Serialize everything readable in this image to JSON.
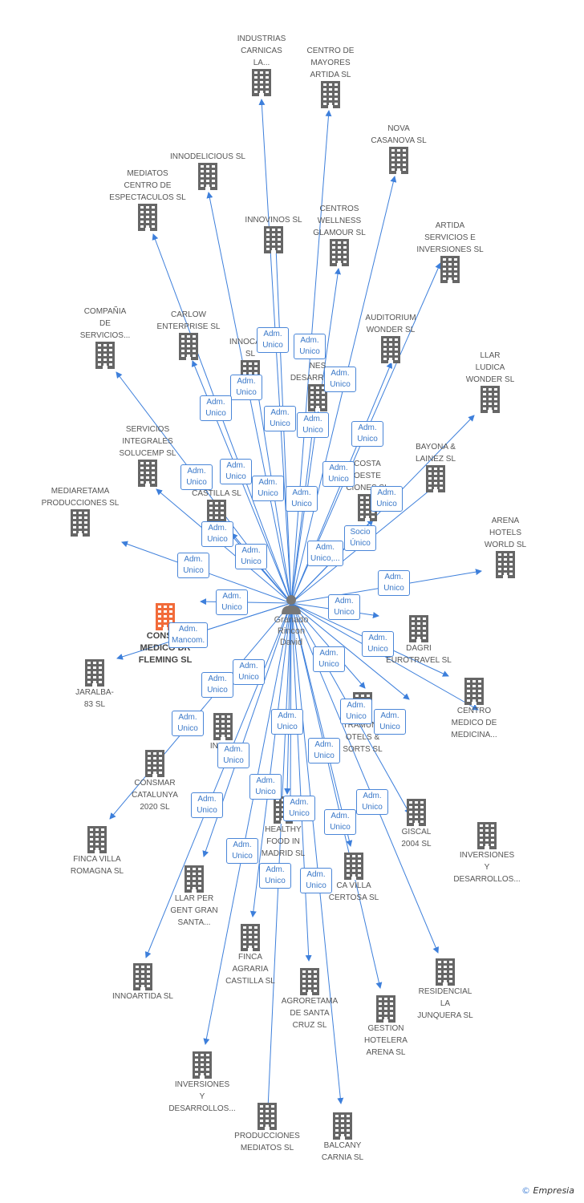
{
  "colors": {
    "edge": "#3d7fdb",
    "building": "#666666",
    "building_highlight": "#f26b3a"
  },
  "person": {
    "name": "Granado\nRincon\nDavid",
    "icon": "person-icon"
  },
  "companies": [
    {
      "id": "industrias_carnicas",
      "label": "INDUSTRIAS\nCARNICAS\nLA..."
    },
    {
      "id": "centro_mayores_artida",
      "label": "CENTRO DE\nMAYORES\nARTIDA SL"
    },
    {
      "id": "nova_casanova",
      "label": "NOVA\nCASANOVA SL"
    },
    {
      "id": "innodelicious",
      "label": "INNODELICIOUS SL"
    },
    {
      "id": "mediatos_centro",
      "label": "MEDIATOS\nCENTRO DE\nESPECTACULOS SL"
    },
    {
      "id": "innovinos",
      "label": "INNOVINOS SL"
    },
    {
      "id": "centros_wellness",
      "label": "CENTROS\nWELLNESS\nGLAMOUR SL"
    },
    {
      "id": "artida_servicios",
      "label": "ARTIDA\nSERVICIOS E\nINVERSIONES SL"
    },
    {
      "id": "compania_servicios",
      "label": "COMPAÑIA\nDE\nSERVICIOS..."
    },
    {
      "id": "carlow_enterprise",
      "label": "CARLOW\nENTERPRISE SL"
    },
    {
      "id": "innocasa",
      "label": "INNOCASA\nSL"
    },
    {
      "id": "nes_desarrollo",
      "label": "NES\nDESARROLLO"
    },
    {
      "id": "auditorium_wonder",
      "label": "AUDITORIUM\nWONDER SL"
    },
    {
      "id": "llar_ludica",
      "label": "LLAR\nLUDICA\nWONDER SL"
    },
    {
      "id": "servicios_integrales",
      "label": "SERVICIOS\nINTEGRALES\nSOLUCEMP SL"
    },
    {
      "id": "bayona_lainez",
      "label": "BAYONA &\nLAINEZ SL"
    },
    {
      "id": "costa_oeste",
      "label": "COSTA\nOESTE\nCIONES SL"
    },
    {
      "id": "castilla",
      "label": "CASTILLA SL"
    },
    {
      "id": "mediaretama",
      "label": "MEDIARETAMA\nPRODUCCIONES SL"
    },
    {
      "id": "arena_hotels",
      "label": "ARENA\nHOTELS\nWORLD SL"
    },
    {
      "id": "consultorio_fleming",
      "label": "CONSUL\nMEDICO DR\nFLEMING SL"
    },
    {
      "id": "dagri_eurotravel",
      "label": "DAGRI\nEUROTRAVEL SL"
    },
    {
      "id": "jaralba",
      "label": "JARALBA-\n83 SL"
    },
    {
      "id": "centro_medico_medicina",
      "label": "CENTRO\nMEDICO DE\nMEDICINA..."
    },
    {
      "id": "tramuntana_hotels",
      "label": "TRAMUNT\nOTELS &\nSORTS SL"
    },
    {
      "id": "innod",
      "label": "INNOD"
    },
    {
      "id": "consmar_catalunya",
      "label": "CONSMAR\nCATALUNYA\n2020 SL"
    },
    {
      "id": "giscal",
      "label": "GISCAL\n2004 SL"
    },
    {
      "id": "healthy_food",
      "label": "HEALTHY\nFOOD IN\nMADRID SL"
    },
    {
      "id": "finca_villa_romagna",
      "label": "FINCA VILLA\nROMAGNA SL"
    },
    {
      "id": "inversiones_desarrollos_1",
      "label": "INVERSIONES\nY\nDESARROLLOS..."
    },
    {
      "id": "finca_villa_certosa",
      "label": "CA VILLA\nCERTOSA SL"
    },
    {
      "id": "llar_per_gent",
      "label": "LLAR PER\nGENT GRAN\nSANTA..."
    },
    {
      "id": "finca_agraria",
      "label": "FINCA\nAGRARIA\nCASTILLA SL"
    },
    {
      "id": "innoartida",
      "label": "INNOARTIDA SL"
    },
    {
      "id": "agroretama",
      "label": "AGRORETAMA\nDE SANTA\nCRUZ SL"
    },
    {
      "id": "residencial_junquera",
      "label": "RESIDENCIAL\nLA\nJUNQUERA SL"
    },
    {
      "id": "gestion_hotelera",
      "label": "GESTION\nHOTELERA\nARENA SL"
    },
    {
      "id": "inversiones_desarrollos_2",
      "label": "INVERSIONES\nY\nDESARROLLOS..."
    },
    {
      "id": "producciones_mediatos",
      "label": "PRODUCCIONES\nMEDIATOS SL"
    },
    {
      "id": "balcany_carnia",
      "label": "BALCANY\nCARNIA SL"
    }
  ],
  "edge_labels": [
    "Adm.\nUnico",
    "Adm.\nUnico",
    "Adm.\nUnico",
    "Adm.\nUnico",
    "Adm.\nUnico",
    "Adm.\nUnico",
    "Adm.\nUnico",
    "Adm.\nUnico",
    "Adm.\nUnico",
    "Adm.\nUnico",
    "Adm.\nUnico",
    "Adm.\nUnico",
    "Adm.\nUnico",
    "Adm.\nUnico",
    "Socio\nÚnico",
    "Adm.\nUnico,...",
    "Adm.\nUnico",
    "Adm.\nUnico",
    "Adm.\nUnico",
    "Adm.\nUnico",
    "Adm.\nUnico",
    "Adm.\nMancom.",
    "Adm.\nUnico",
    "Adm.\nUnico",
    "Adm.\nUnico",
    "Adm.\nUnico",
    "Adm.\nUnico",
    "Adm.\nUnico",
    "Adm.\nUnico",
    "Adm.\nUnico",
    "Adm.\nUnico",
    "Adm.\nUnico",
    "Adm.\nUnico",
    "Adm.\nUnico",
    "Adm.\nUnico",
    "Adm.\nUnico",
    "Adm.\nUnico",
    "Adm.\nUnico",
    "Adm.\nUnico",
    "Adm.\nUnico",
    "Adm.\nUnico",
    "Adm.\nUnico",
    "Adm.\nUnico"
  ],
  "footer": {
    "copyright": "©",
    "brand": "Empresia"
  }
}
